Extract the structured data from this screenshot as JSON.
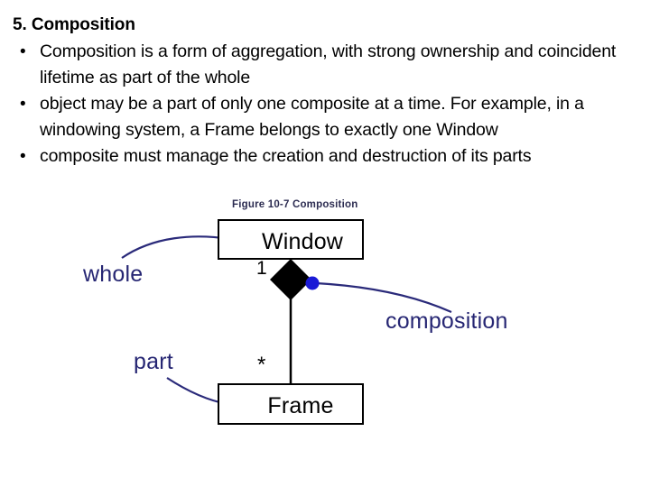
{
  "slide": {
    "title": "5. Composition",
    "bullet_glyph": "•",
    "bullets": [
      "Composition is a form of aggregation, with strong ownership and coincident lifetime as part of the whole",
      "object may be a part of only one composite at a time. For example, in a windowing system, a Frame belongs to exactly one Window",
      "composite must manage the creation and destruction of its parts"
    ]
  },
  "figure": {
    "caption": "Figure 10-7 Composition",
    "classes": [
      {
        "name": "Window",
        "multiplicity": "1"
      },
      {
        "name": "Frame",
        "multiplicity": "*"
      }
    ],
    "annotations": [
      {
        "label": "whole",
        "target": "Window"
      },
      {
        "label": "part",
        "target": "Frame"
      },
      {
        "label": "composition",
        "target": "diamond"
      }
    ],
    "relationship": {
      "type": "composition",
      "whole": "Window",
      "part": "Frame",
      "whole_multiplicity": "1",
      "part_multiplicity": "*",
      "adornment": "filled-diamond"
    },
    "colors": {
      "annotation_text": "#262673",
      "caption_text": "#2d2d52",
      "callout_dot": "#1a1ad6",
      "callout_line": "#2a2a7a",
      "box_border": "#000000",
      "diamond_fill": "#000000",
      "background": "#ffffff"
    }
  }
}
